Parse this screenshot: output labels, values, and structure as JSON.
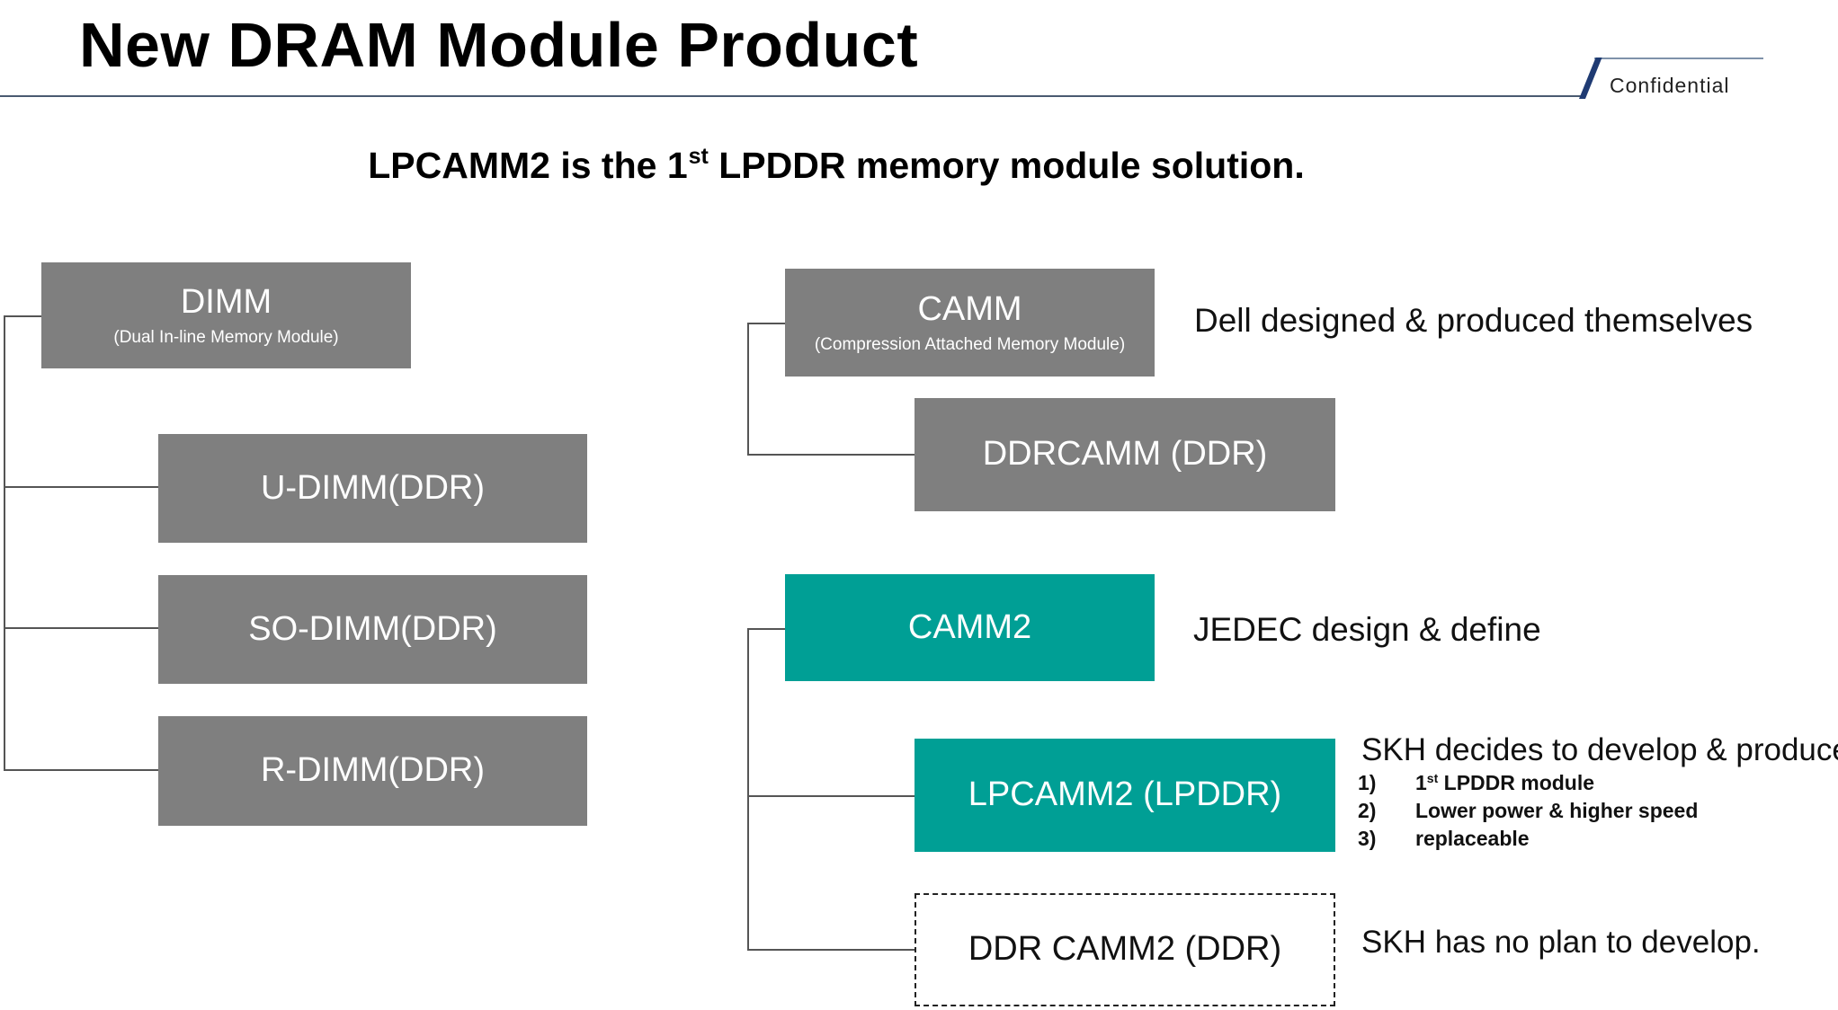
{
  "title": "New DRAM Module Product",
  "confidential": "Confidential",
  "subtitle": {
    "before": "LPCAMM2 is the 1",
    "sup": "st",
    "after": " LPDDR memory module solution."
  },
  "left_tree": {
    "root": {
      "label": "DIMM",
      "sub": "(Dual In-line Memory Module)"
    },
    "children": [
      {
        "label": "U-DIMM(DDR)"
      },
      {
        "label": "SO-DIMM(DDR)"
      },
      {
        "label": "R-DIMM(DDR)"
      }
    ]
  },
  "camm_tree": {
    "root": {
      "label": "CAMM",
      "sub": "(Compression Attached Memory Module)",
      "note": "Dell designed & produced themselves"
    },
    "child": {
      "label": "DDRCAMM (DDR)"
    }
  },
  "camm2_tree": {
    "root": {
      "label": "CAMM2",
      "note": "JEDEC design & define"
    },
    "lpcamm2": {
      "label": "LPCAMM2 (LPDDR)",
      "note": "SKH decides to develop & produce.",
      "list": [
        {
          "num": "1)",
          "text_before": "1",
          "sup": "st",
          "text_after": " LPDDR module"
        },
        {
          "num": "2)",
          "text": "Lower power & higher speed"
        },
        {
          "num": "3)",
          "text": "replaceable"
        }
      ]
    },
    "ddrcamm2": {
      "label": "DDR CAMM2 (DDR)",
      "note": "SKH has no plan to develop."
    }
  },
  "colors": {
    "gray": "#7f7f7f",
    "teal": "#009f95"
  }
}
